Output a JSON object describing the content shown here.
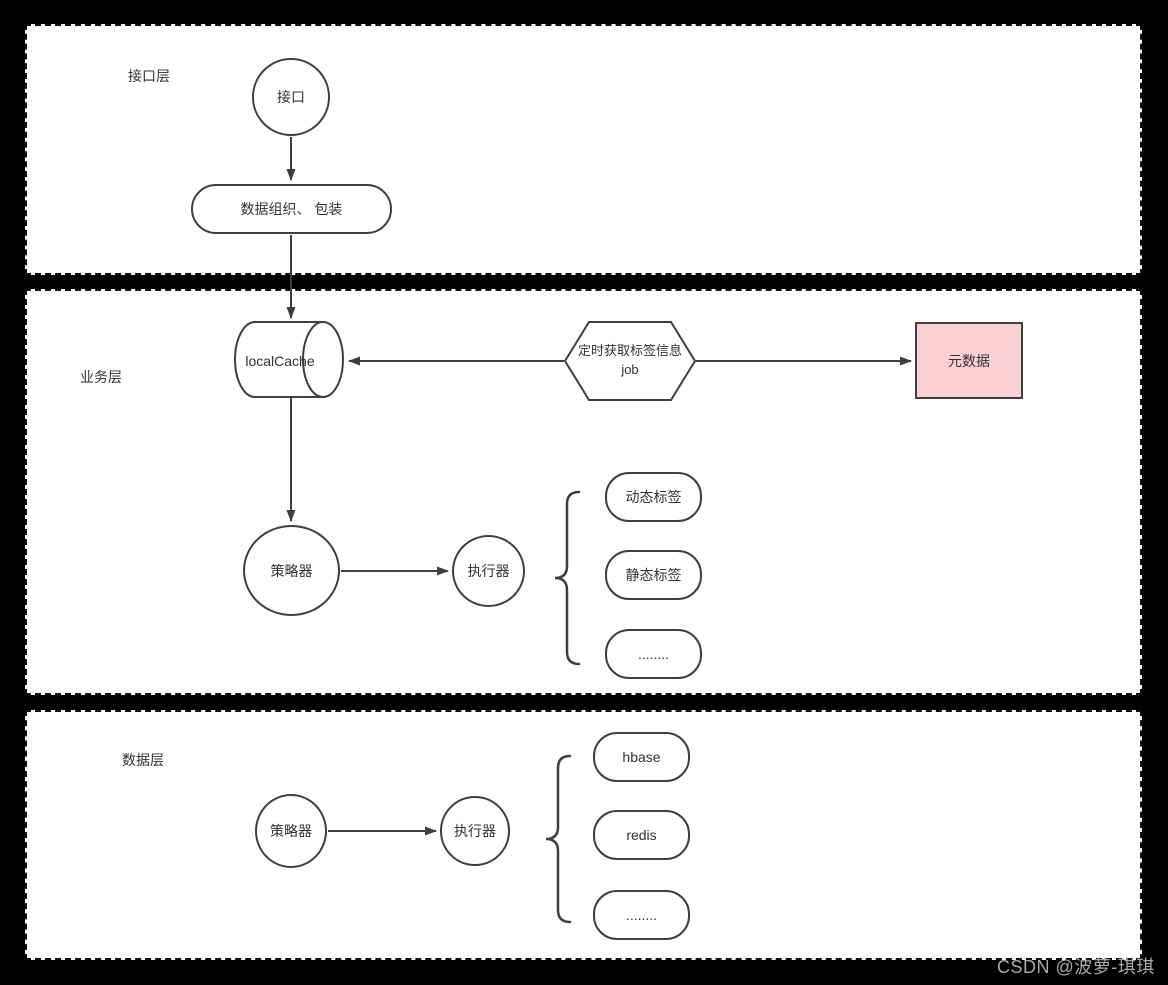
{
  "colors": {
    "canvas_bg": "#000000",
    "section_bg": "#ffffff",
    "section_border": "#0f0f0f",
    "shape_stroke": "#3f3f3f",
    "text": "#333333",
    "metadata_fill": "#fbd0d4",
    "watermark_text": "#a9a9a9"
  },
  "interface_layer": {
    "label": "接口层",
    "interface_node": "接口",
    "packaging_node": "数据组织、 包装"
  },
  "business_layer": {
    "label": "业务层",
    "cache_node": "localCache",
    "job_node_line1": "定时获取标签信息",
    "job_node_line2": "job",
    "metadata_node": "元数据",
    "strategy_node": "策略器",
    "executor_node": "执行器",
    "tag_nodes": [
      "动态标签",
      "静态标签",
      "........"
    ]
  },
  "data_layer": {
    "label": "数据层",
    "strategy_node": "策略器",
    "executor_node": "执行器",
    "store_nodes": [
      "hbase",
      "redis",
      "........"
    ]
  },
  "watermark": {
    "text": "CSDN @波萝-琪琪"
  }
}
